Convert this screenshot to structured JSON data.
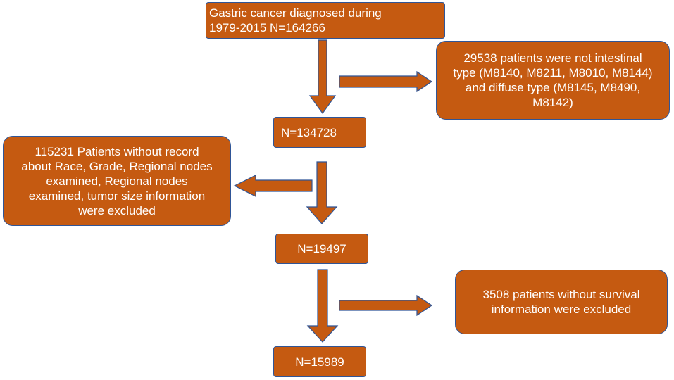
{
  "flowchart": {
    "start": {
      "text": "Gastric cancer diagnosed during\n1979-2015  N=164266"
    },
    "exclusion_1": {
      "text": "29538 patients  were  not intestinal\ntype (M8140, M8211, M8010, M8144)\nand diffuse type (M8145, M8490,\nM8142)"
    },
    "step_1": {
      "text": "N=134728"
    },
    "exclusion_2": {
      "text": "115231 Patients without record\nabout Race, Grade, Regional nodes\nexamined, Regional nodes\nexamined,  tumor size information\nwere excluded"
    },
    "step_2": {
      "text": "N=19497"
    },
    "exclusion_3": {
      "text": "3508 patients without survival\ninformation were excluded"
    },
    "final": {
      "text": "N=15989"
    }
  },
  "colors": {
    "box_fill": "#C55A11",
    "box_border": "#2F5597",
    "arrow_fill": "#C55A11",
    "arrow_border": "#2F5597",
    "text": "#FFFFFF"
  }
}
